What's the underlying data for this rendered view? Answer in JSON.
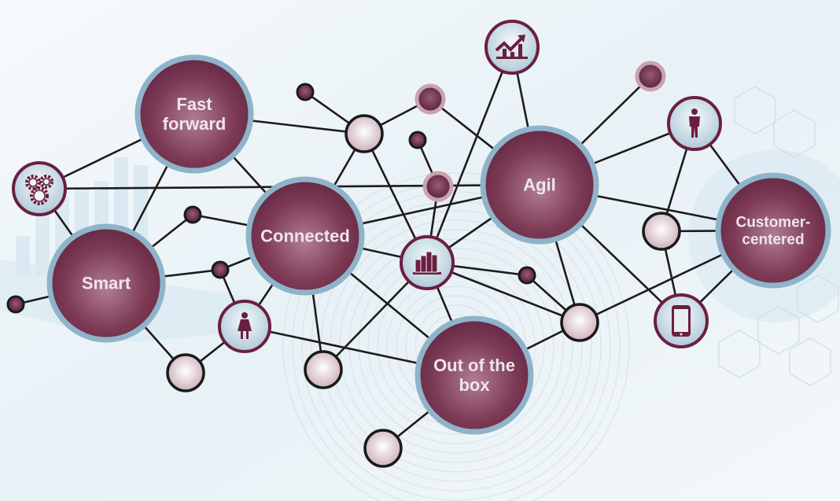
{
  "diagram": {
    "colors": {
      "node_fill": "#7a3450",
      "node_ring": "#8fb3c9",
      "icon_stroke": "#6b1f40",
      "light_node": "#d9c3c9",
      "edge": "#1f1a1c",
      "background": "#eef5f9"
    },
    "hubs": {
      "fast_forward": [
        "Fast",
        "forward"
      ],
      "connected": [
        "Connected"
      ],
      "smart": [
        "Smart"
      ],
      "agil": [
        "Agil"
      ],
      "customer_centered": [
        "Customer-",
        "centered"
      ],
      "out_of_the_box": [
        "Out of the",
        "box"
      ]
    },
    "icons": [
      "gears-icon",
      "woman-icon",
      "building-icon",
      "chart-up-icon",
      "businessman-icon",
      "smartphone-icon"
    ]
  }
}
